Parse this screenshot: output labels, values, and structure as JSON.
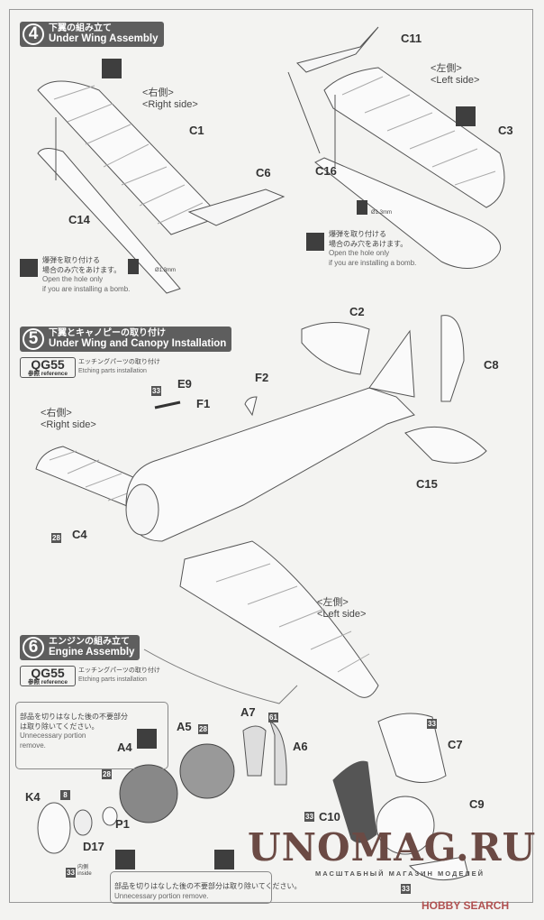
{
  "step4": {
    "number": "4",
    "title_jp": "下翼の組み立て",
    "title_en": "Under Wing Assembly",
    "parts": {
      "c11": "C11",
      "c3": "C3",
      "c16": "C16",
      "c1": "C1",
      "c6": "C6",
      "c14": "C14"
    },
    "right_jp": "<右側>",
    "right_en": "<Right side>",
    "left_jp": "<左側>",
    "left_en": "<Left side>",
    "drill": "Ø1.3mm",
    "bomb_note": {
      "jp1": "爆弾を取り付ける",
      "jp2": "場合のみ穴をあけます。",
      "en1": "Open the hole only",
      "en2": "if you are installing a bomb."
    }
  },
  "step5": {
    "number": "5",
    "title_jp": "下翼とキャノピーの取り付け",
    "title_en": "Under Wing and Canopy Installation",
    "ref": {
      "code": "QG55",
      "label": "参照 reference",
      "jp": "エッチングパーツの取り付け",
      "en": "Etching parts installation"
    },
    "parts": {
      "e9": "E9",
      "f1": "F1",
      "f2": "F2",
      "c2": "C2",
      "c8": "C8",
      "c15": "C15",
      "c4": "C4"
    },
    "badges": {
      "e9": "33",
      "c4": "28"
    },
    "right_jp": "<右側>",
    "right_en": "<Right side>",
    "left_jp": "<左側>",
    "left_en": "<Left side>"
  },
  "step6": {
    "number": "6",
    "title_jp": "エンジンの組み立て",
    "title_en": "Engine Assembly",
    "ref": {
      "code": "QG55",
      "label": "参照 reference",
      "jp": "エッチングパーツの取り付け",
      "en": "Etching parts installation"
    },
    "parts": {
      "a7": "A7",
      "a5": "A5",
      "a6": "A6",
      "a4": "A4",
      "k4": "K4",
      "p1": "P1",
      "d17": "D17",
      "c7": "C7",
      "c9": "C9",
      "c10": "C10"
    },
    "badges": {
      "a7": "61",
      "a5": "28",
      "a4": "28",
      "d17": "8",
      "k4": "33",
      "c7": "33",
      "c10": "33",
      "c9": "33"
    },
    "inside_jp": "内側",
    "inside_en": "inside",
    "note1": {
      "jp1": "部品を切りはなした後の不要部分",
      "jp2": "は取り除いてください。",
      "en1": "Unnecessary portion",
      "en2": "remove."
    },
    "note2": {
      "jp": "部品を切りはなした後の不要部分は取り除いてください。",
      "en": "Unnecessary portion remove."
    }
  },
  "watermark": {
    "title": "UNOMAG.RU",
    "subtitle": "МАСШТАБНЫЙ МАГАЗИН МОДЕЛЕЙ"
  },
  "source_logo": "HOBBY SEARCH"
}
